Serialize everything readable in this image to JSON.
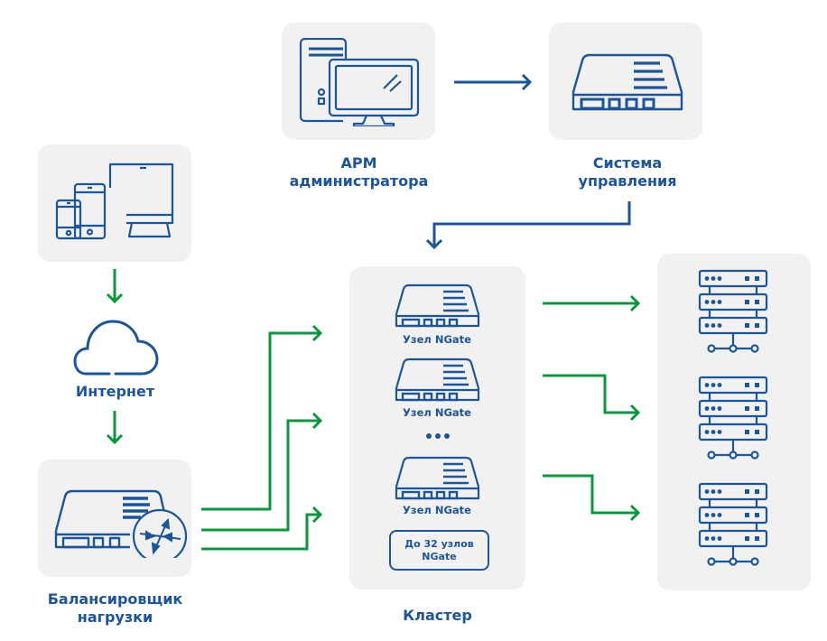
{
  "diagram": {
    "colors": {
      "icon": "#1d5597",
      "flow_arrow": "#0f9440",
      "control_arrow": "#1d5597",
      "card_bg": "#f1f1f2"
    },
    "nodes": {
      "devices": {
        "icon": "devices-icon"
      },
      "internet": {
        "label": "Интернет",
        "icon": "cloud-icon"
      },
      "balancer": {
        "label_line1": "Балансировщик",
        "label_line2": "нагрузки",
        "icon": "load-balancer-icon"
      },
      "admin": {
        "label_line1": "АРМ",
        "label_line2": "администратора",
        "icon": "workstation-icon"
      },
      "control_system": {
        "label_line1": "Система",
        "label_line2": "управления",
        "icon": "appliance-icon"
      },
      "cluster": {
        "label": "Кластер",
        "nodes": [
          {
            "label": "Узел NGate"
          },
          {
            "label": "Узел NGate"
          },
          {
            "label": "Узел NGate"
          }
        ],
        "ellipsis": "•••",
        "limit_line1": "До 32 узлов",
        "limit_line2": "NGate"
      },
      "servers": {
        "count": 3,
        "icon": "server-rack-icon"
      }
    },
    "edges": [
      {
        "from": "devices",
        "to": "internet",
        "type": "flow"
      },
      {
        "from": "internet",
        "to": "balancer",
        "type": "flow"
      },
      {
        "from": "balancer",
        "to": "cluster",
        "type": "flow",
        "count": 3
      },
      {
        "from": "cluster",
        "to": "servers",
        "type": "flow",
        "count": 3
      },
      {
        "from": "admin",
        "to": "control_system",
        "type": "control"
      },
      {
        "from": "control_system",
        "to": "cluster",
        "type": "control"
      }
    ]
  }
}
